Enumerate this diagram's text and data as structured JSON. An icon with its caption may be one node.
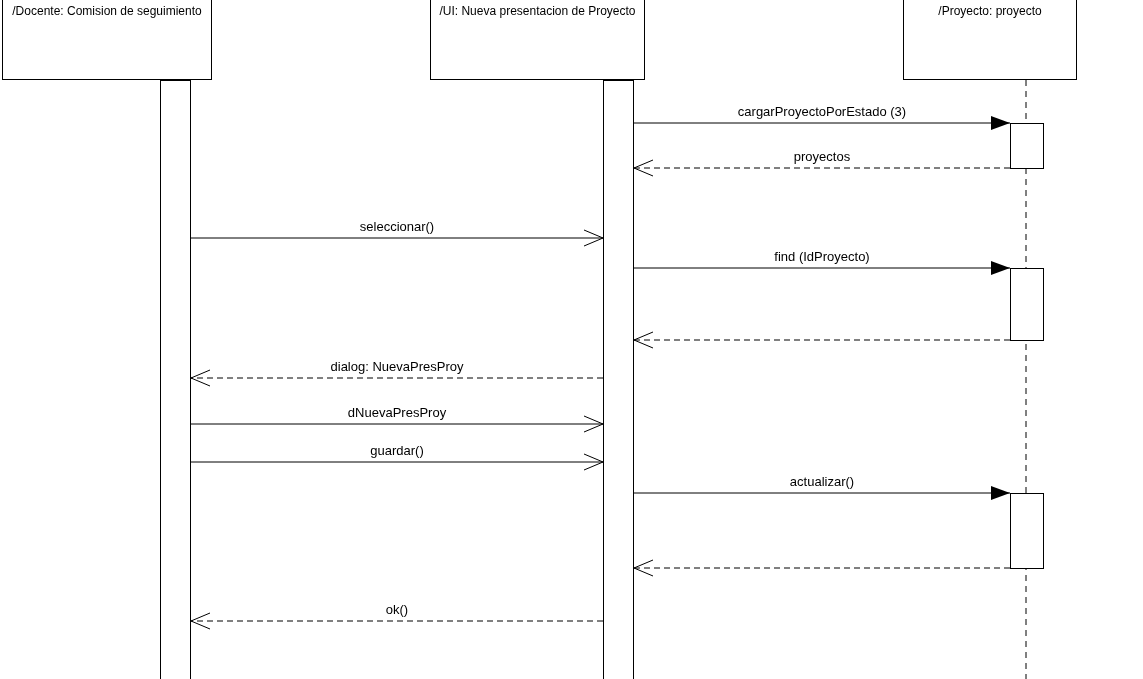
{
  "diagram": {
    "nodes": [
      {
        "text": [
          "/Docente: Comision de seguimiento"
        ]
      },
      {
        "text": [
          "/UI: Nueva presentacion de Proyecto"
        ]
      },
      {
        "text": [
          "/Proyecto: proyecto"
        ]
      },
      {
        "text": [],
        "shape": "bar"
      },
      {
        "text": [],
        "shape": "bar"
      },
      {
        "text": [],
        "shape": "bar"
      },
      {
        "text": [],
        "shape": "bar"
      },
      {
        "text": [],
        "shape": "bar"
      }
    ],
    "edges": [
      {
        "from": 4,
        "to": 5,
        "arrow": "to",
        "label": "cargarProyectoPorEstado (3)"
      },
      {
        "from": 5,
        "to": 4,
        "arrow": "to",
        "label": "proyectos",
        "style": "dashed"
      },
      {
        "from": 3,
        "to": 4,
        "arrow": "to",
        "label": "seleccionar()"
      },
      {
        "from": 4,
        "to": 6,
        "arrow": "to",
        "label": "find (IdProyecto)"
      },
      {
        "from": 6,
        "to": 4,
        "arrow": "to",
        "style": "dashed"
      },
      {
        "from": 4,
        "to": 3,
        "arrow": "to",
        "label": "dialog: NuevaPresProy",
        "style": "dashed"
      },
      {
        "from": 3,
        "to": 4,
        "arrow": "to",
        "label": "dNuevaPresProy"
      },
      {
        "from": 3,
        "to": 4,
        "arrow": "to",
        "label": "guardar()"
      },
      {
        "from": 4,
        "to": 7,
        "arrow": "to",
        "label": "actualizar()"
      },
      {
        "from": 7,
        "to": 4,
        "arrow": "to",
        "style": "dashed"
      },
      {
        "from": 4,
        "to": 3,
        "arrow": "to",
        "label": "ok()",
        "style": "dashed"
      }
    ]
  }
}
